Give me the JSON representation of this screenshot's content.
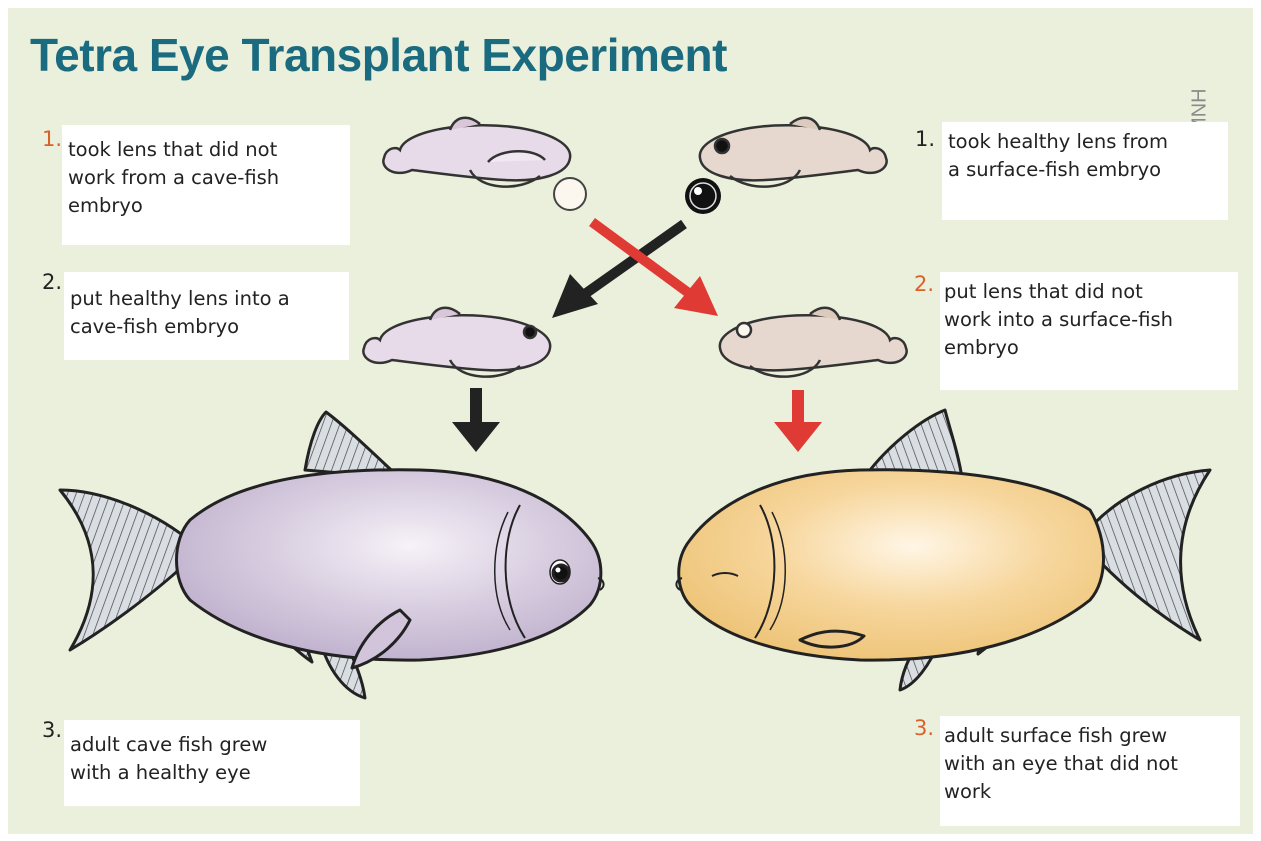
{
  "title": "Tetra Eye Transplant Experiment",
  "credit": "© AMNH",
  "colors": {
    "title": "#1a6b80",
    "background": "#eaf0db",
    "cave_arrow": "#222222",
    "surface_arrow": "#e03a35",
    "step_number_accent": "#d9622b",
    "cave_fish": "#d8cfe0",
    "surface_fish": "#f7d9a3"
  },
  "steps": {
    "left_1": {
      "number": "1.",
      "text": [
        "took lens that did not",
        "work from a cave-fish",
        "embryo"
      ]
    },
    "right_1": {
      "number": "1.",
      "text": [
        "took healthy lens from",
        "a surface-fish embryo"
      ]
    },
    "left_2": {
      "number": "2.",
      "text": [
        "put healthy lens into a",
        "cave-fish embryo"
      ]
    },
    "right_2": {
      "number": "2.",
      "text": [
        "put lens that did not",
        "work into a surface-fish",
        "embryo"
      ]
    },
    "left_3": {
      "number": "3.",
      "text": [
        "adult cave fish grew",
        "with a healthy eye"
      ]
    },
    "right_3": {
      "number": "3.",
      "text": [
        "adult surface fish grew",
        "with an eye that did not",
        "work"
      ]
    }
  },
  "figures": {
    "cave_embryo": "cave-fish-embryo",
    "surface_embryo": "surface-fish-embryo",
    "cave_lens": "nonworking-lens",
    "surface_lens": "healthy-lens",
    "cave_adult": "adult-cave-fish",
    "surface_adult": "adult-surface-fish"
  }
}
